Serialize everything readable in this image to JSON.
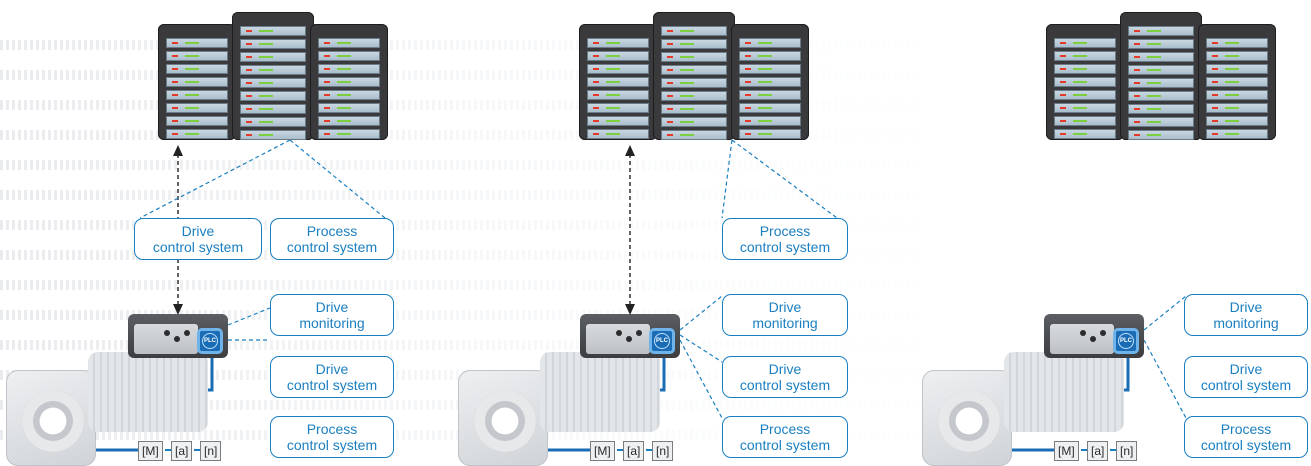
{
  "diagram": {
    "scenarios": [
      {
        "labels": {
          "center_left": "Drive\ncontrol system",
          "center_right": "Process\ncontrol system",
          "right_1": "Drive\nmonitoring",
          "right_2": "Drive\ncontrol system",
          "right_3": "Process\ncontrol system"
        },
        "tags": [
          "[M]",
          "[a]",
          "[n]"
        ],
        "plc_text": "PLC"
      },
      {
        "labels": {
          "center_right": "Process\ncontrol system",
          "right_1": "Drive\nmonitoring",
          "right_2": "Drive\ncontrol system",
          "right_3": "Process\ncontrol system"
        },
        "tags": [
          "[M]",
          "[a]",
          "[n]"
        ],
        "plc_text": "PLC"
      },
      {
        "labels": {
          "right_1": "Drive\nmonitoring",
          "right_2": "Drive\ncontrol system",
          "right_3": "Process\ncontrol system"
        },
        "tags": [
          "[M]",
          "[a]",
          "[n]"
        ],
        "plc_text": "PLC"
      }
    ],
    "colors": {
      "accent_blue": "#1a7fc1",
      "server_dark": "#3a3a3c",
      "led_red": "#e53a2a",
      "led_green": "#7ccf3e"
    },
    "icons": [
      "server-rack-icon",
      "gear-motor-icon",
      "plc-icon"
    ]
  }
}
